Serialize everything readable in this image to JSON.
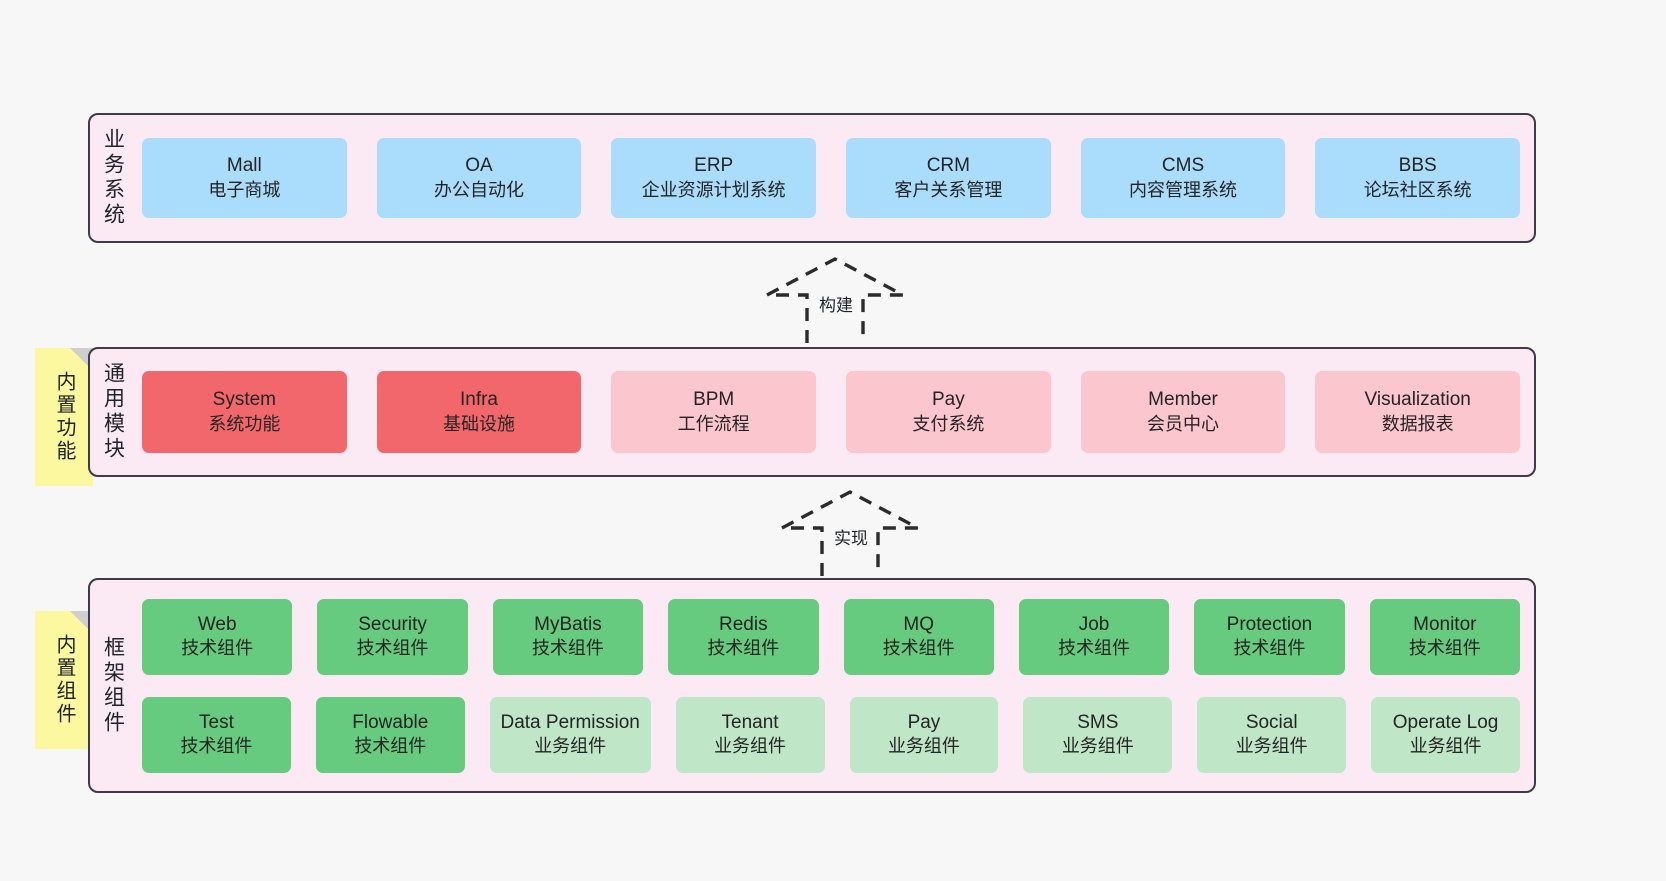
{
  "diagram": {
    "title_colors": {
      "layer_bg": "#fbeaf4",
      "layer_border": "#3f3a46",
      "blue": "#aadcfb",
      "red": "#f2676b",
      "pink": "#fbc6ce",
      "green": "#66cb7e",
      "green_light": "#bfe6c7",
      "note_yellow": "#fbf8a0",
      "canvas": "#f7f7f7"
    }
  },
  "layers": {
    "business": {
      "title": "业务系统",
      "cards": [
        {
          "name": "Mall",
          "desc": "电子商城"
        },
        {
          "name": "OA",
          "desc": "办公自动化"
        },
        {
          "name": "ERP",
          "desc": "企业资源计划系统"
        },
        {
          "name": "CRM",
          "desc": "客户关系管理"
        },
        {
          "name": "CMS",
          "desc": "内容管理系统"
        },
        {
          "name": "BBS",
          "desc": "论坛社区系统"
        }
      ]
    },
    "modules": {
      "title": "通用模块",
      "note": "内置功能",
      "cards": [
        {
          "name": "System",
          "desc": "系统功能",
          "color": "red"
        },
        {
          "name": "Infra",
          "desc": "基础设施",
          "color": "red"
        },
        {
          "name": "BPM",
          "desc": "工作流程",
          "color": "pink"
        },
        {
          "name": "Pay",
          "desc": "支付系统",
          "color": "pink"
        },
        {
          "name": "Member",
          "desc": "会员中心",
          "color": "pink"
        },
        {
          "name": "Visualization",
          "desc": "数据报表",
          "color": "pink"
        }
      ]
    },
    "framework": {
      "title": "框架组件",
      "note": "内置组件",
      "row1": [
        {
          "name": "Web",
          "desc": "技术组件",
          "color": "green"
        },
        {
          "name": "Security",
          "desc": "技术组件",
          "color": "green"
        },
        {
          "name": "MyBatis",
          "desc": "技术组件",
          "color": "green"
        },
        {
          "name": "Redis",
          "desc": "技术组件",
          "color": "green"
        },
        {
          "name": "MQ",
          "desc": "技术组件",
          "color": "green"
        },
        {
          "name": "Job",
          "desc": "技术组件",
          "color": "green"
        },
        {
          "name": "Protection",
          "desc": "技术组件",
          "color": "green"
        },
        {
          "name": "Monitor",
          "desc": "技术组件",
          "color": "green"
        }
      ],
      "row2": [
        {
          "name": "Test",
          "desc": "技术组件",
          "color": "green"
        },
        {
          "name": "Flowable",
          "desc": "技术组件",
          "color": "green"
        },
        {
          "name": "Data Permission",
          "desc": "业务组件",
          "color": "green-light"
        },
        {
          "name": "Tenant",
          "desc": "业务组件",
          "color": "green-light"
        },
        {
          "name": "Pay",
          "desc": "业务组件",
          "color": "green-light"
        },
        {
          "name": "SMS",
          "desc": "业务组件",
          "color": "green-light"
        },
        {
          "name": "Social",
          "desc": "业务组件",
          "color": "green-light"
        },
        {
          "name": "Operate Log",
          "desc": "业务组件",
          "color": "green-light"
        }
      ]
    }
  },
  "connectors": [
    {
      "label": "构建"
    },
    {
      "label": "实现"
    }
  ]
}
